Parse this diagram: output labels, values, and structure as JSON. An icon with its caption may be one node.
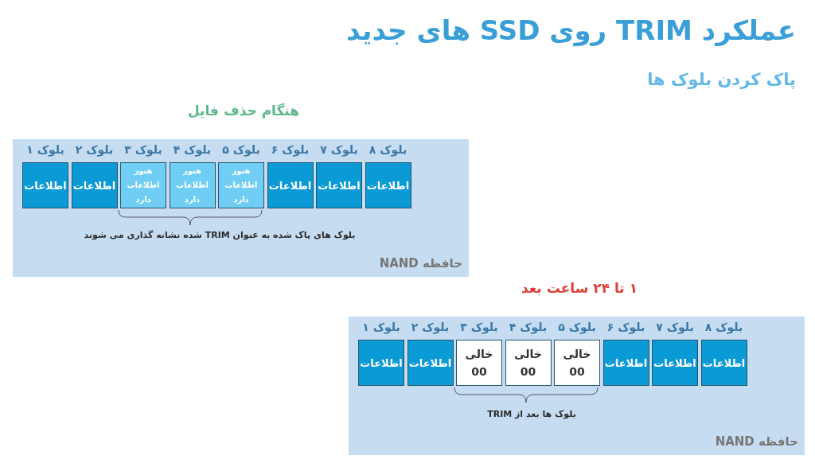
{
  "diagram": {
    "title": "عملکرد TRIM روی SSD  های جدید",
    "nodes": [
      {
        "text": [
          "هنگام حذف فایل",
          "حافظه NAND"
        ]
      },
      {
        "text": [
          "بلوک ۱",
          "اطلاعات"
        ],
        "in": 0
      },
      {
        "text": [
          "بلوک ۲",
          "اطلاعات"
        ],
        "in": 0
      },
      {
        "text": [
          "بلوک ۳",
          "هنوز اطلاعات دارد"
        ],
        "in": 0
      },
      {
        "text": [
          "بلوک ۴",
          "هنوز اطلاعات دارد"
        ],
        "in": 0
      },
      {
        "text": [
          "بلوک ۵",
          "هنوز اطلاعات دارد"
        ],
        "in": 0
      },
      {
        "text": [
          "بلوک ۶",
          "اطلاعات"
        ],
        "in": 0
      },
      {
        "text": [
          "بلوک ۷",
          "اطلاعات"
        ],
        "in": 0
      },
      {
        "text": [
          "بلوک ۸",
          "اطلاعات"
        ],
        "in": 0
      },
      {
        "text": [
          "۱ تا ۲۴ ساعت بعد",
          "حافظه NAND"
        ]
      },
      {
        "text": [
          "بلوک ۱",
          "اطلاعات"
        ],
        "in": 9
      },
      {
        "text": [
          "بلوک ۲",
          "اطلاعات"
        ],
        "in": 9
      },
      {
        "text": [
          "بلوک ۳",
          "خالی 00"
        ],
        "in": 9
      },
      {
        "text": [
          "بلوک ۴",
          "خالی 00"
        ],
        "in": 9
      },
      {
        "text": [
          "بلوک ۵",
          "خالی 00"
        ],
        "in": 9
      },
      {
        "text": [
          "بلوک ۶",
          "اطلاعات"
        ],
        "in": 9
      },
      {
        "text": [
          "بلوک ۷",
          "اطلاعات"
        ],
        "in": 9
      },
      {
        "text": [
          "بلوک ۸",
          "اطلاعات"
        ],
        "in": 9
      }
    ],
    "labels": [
      "پاک کردن بلوک ها",
      "بلوک های پاک شده به عنوان TRIM شده نشانه گذاری می شوند",
      "بلوک ها بعد از TRIM"
    ]
  }
}
